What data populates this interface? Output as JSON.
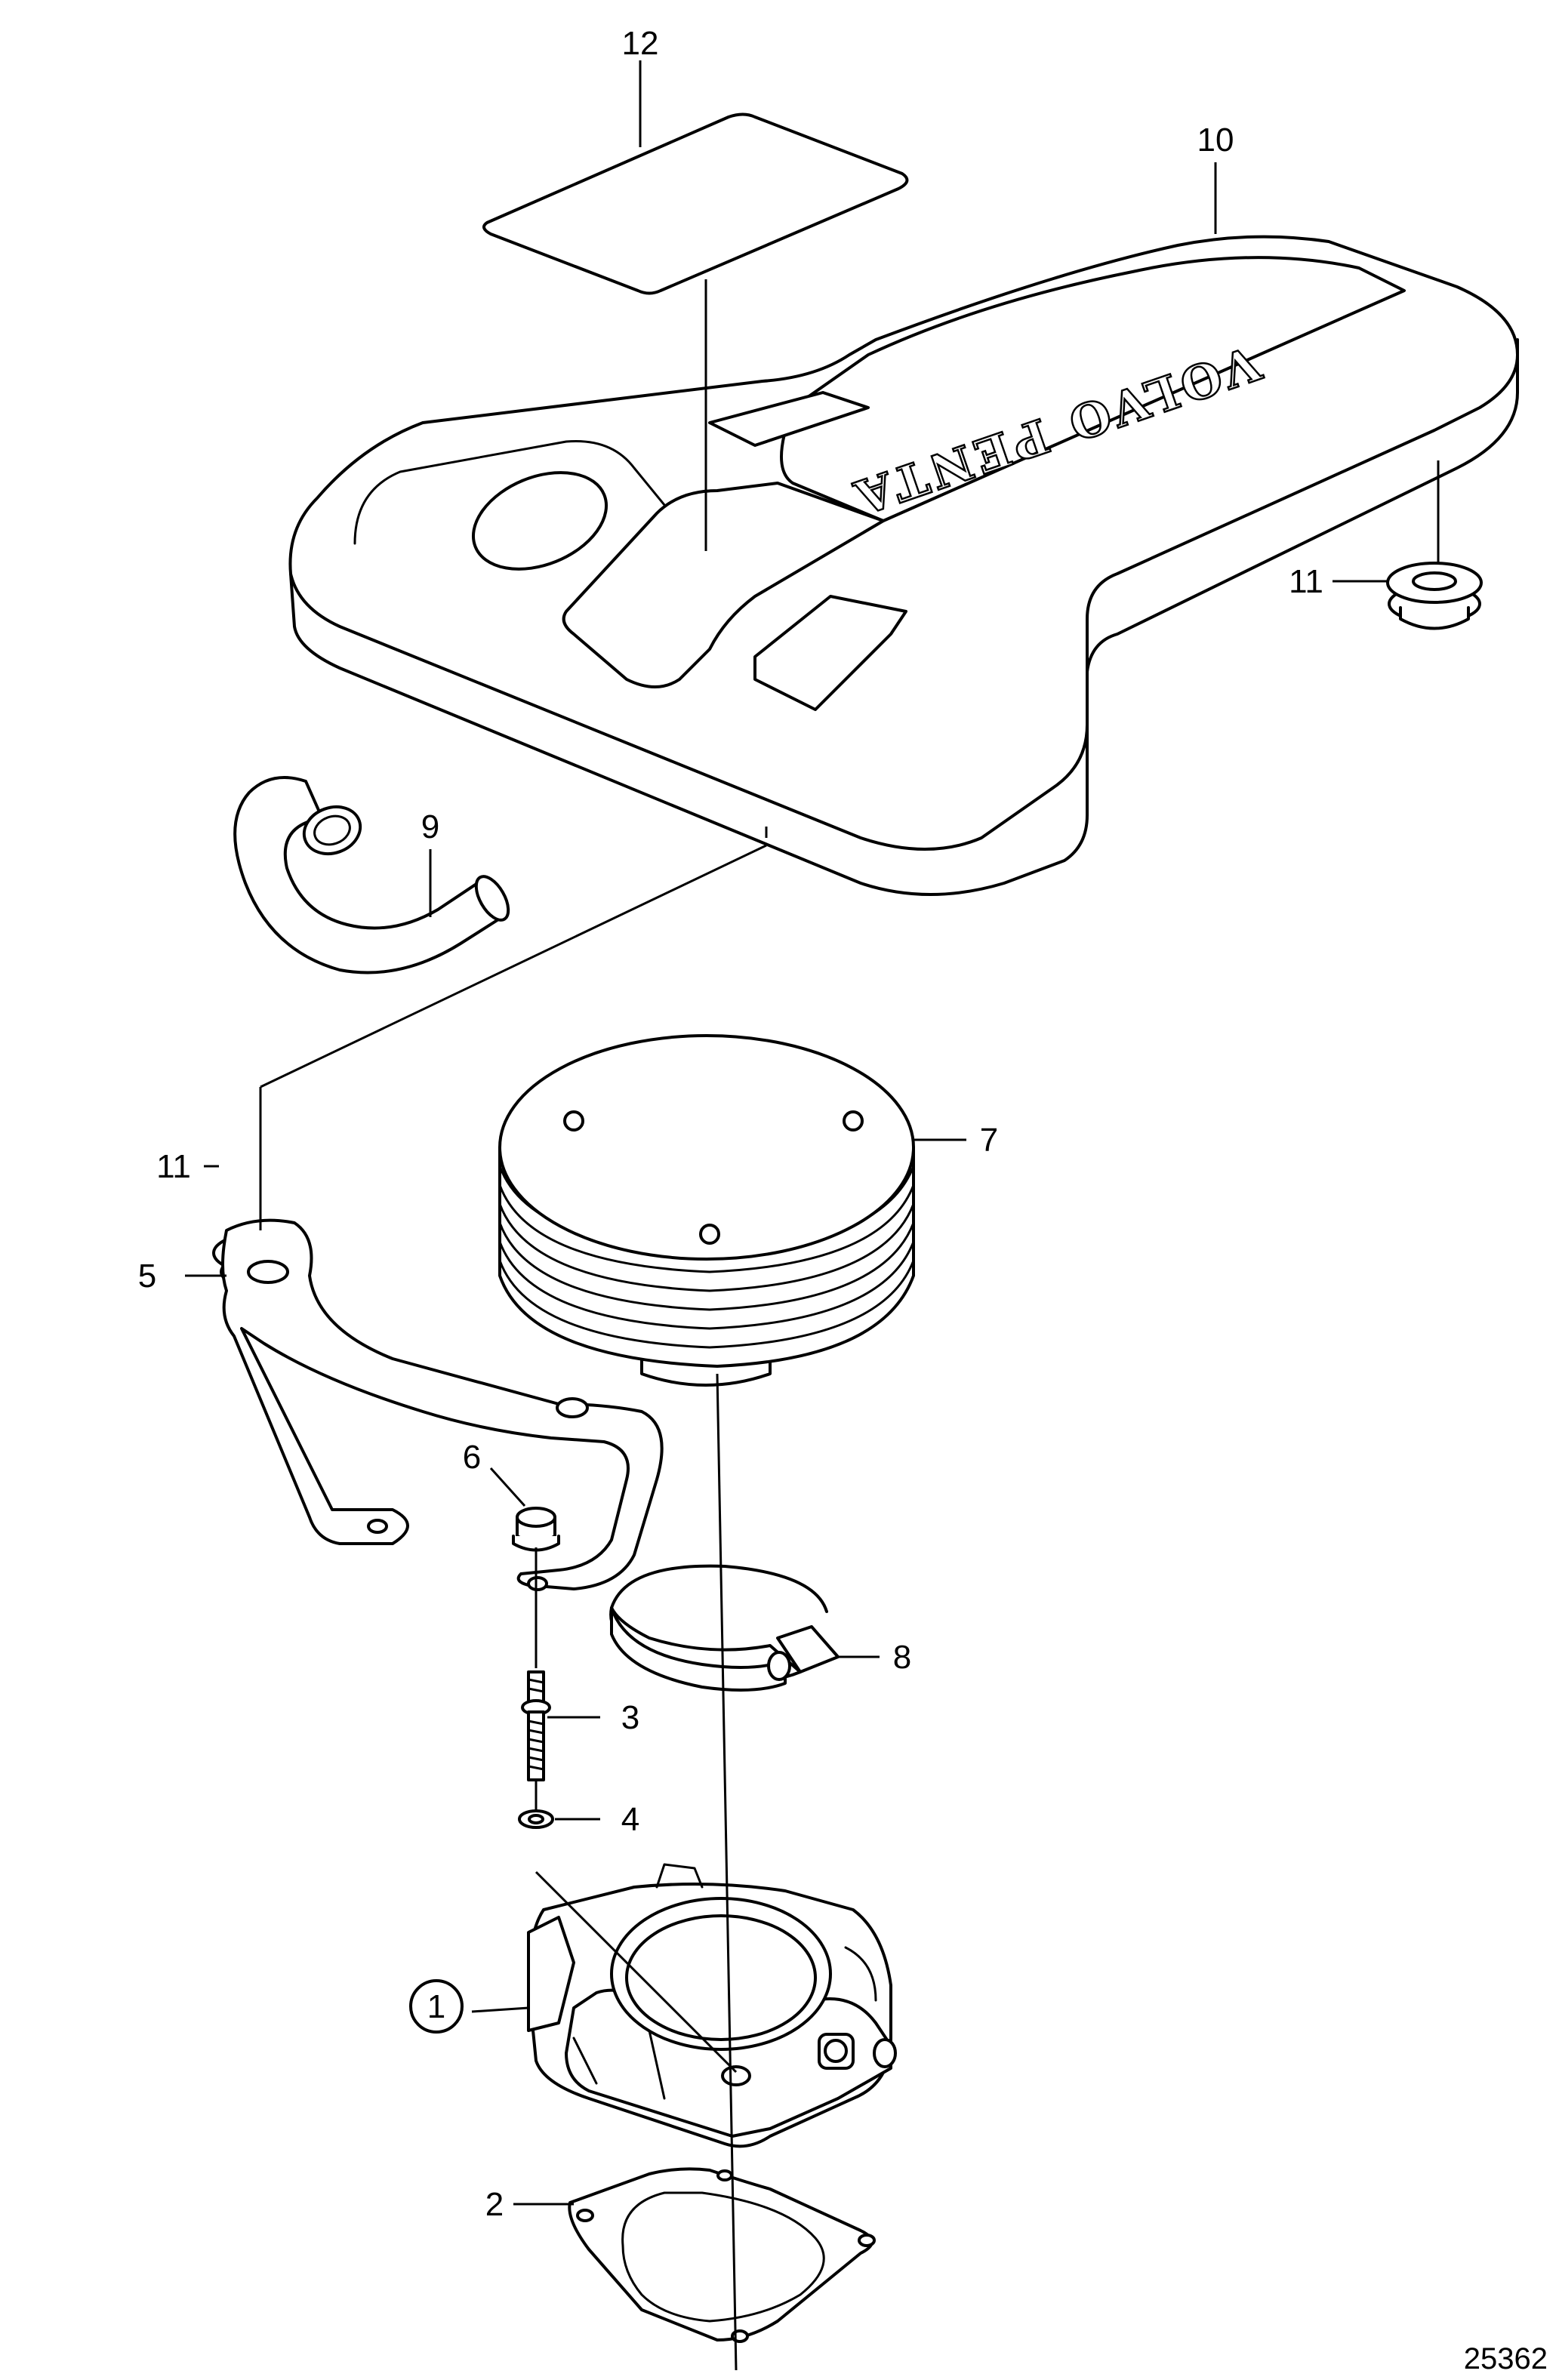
{
  "figure_number": "25362",
  "logo_text": "VOLVO PENTA",
  "callouts": [
    {
      "id": "1",
      "circled": true
    },
    {
      "id": "2",
      "circled": false
    },
    {
      "id": "3",
      "circled": false
    },
    {
      "id": "4",
      "circled": false
    },
    {
      "id": "5",
      "circled": false
    },
    {
      "id": "6",
      "circled": false
    },
    {
      "id": "7",
      "circled": false
    },
    {
      "id": "8",
      "circled": false
    },
    {
      "id": "9",
      "circled": false
    },
    {
      "id": "10",
      "circled": false
    },
    {
      "id": "11",
      "circled": false
    },
    {
      "id": "11",
      "circled": false
    },
    {
      "id": "12",
      "circled": false
    }
  ],
  "parts": [
    {
      "name": "throttle-body"
    },
    {
      "name": "gasket"
    },
    {
      "name": "stud"
    },
    {
      "name": "washer"
    },
    {
      "name": "bracket"
    },
    {
      "name": "nut"
    },
    {
      "name": "air-filter"
    },
    {
      "name": "hose-clamp"
    },
    {
      "name": "hose"
    },
    {
      "name": "engine-cover"
    },
    {
      "name": "rubber-grommet"
    },
    {
      "name": "decal"
    }
  ]
}
